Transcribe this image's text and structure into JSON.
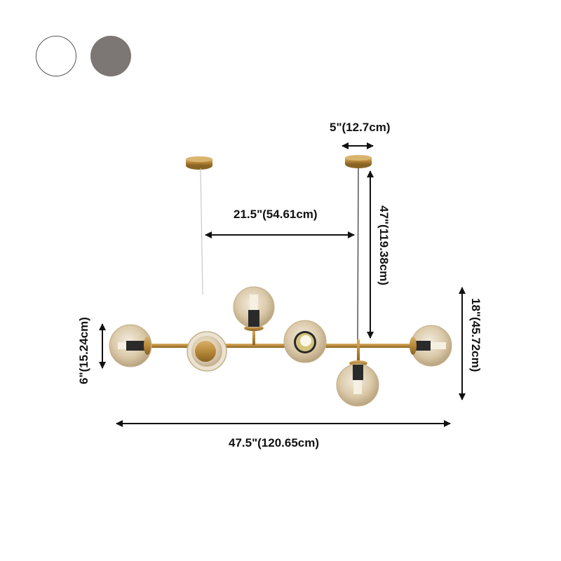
{
  "color_options": [
    {
      "name": "white",
      "color": "#ffffff",
      "border": "#555555"
    },
    {
      "name": "grey",
      "color": "#7c7774"
    }
  ],
  "dimensions": {
    "canopy_diameter": "5\"(12.7cm)",
    "cord_spacing": "21.5\"(54.61cm)",
    "cord_drop": "47\"(119.38cm)",
    "fixture_height": "18\"(45.72cm)",
    "globe_diameter": "6\"(15.24cm)",
    "overall_width": "47.5\"(120.65cm)"
  },
  "product": {
    "type": "linear chandelier",
    "globe_count": 6,
    "finish_color": "#b8893a",
    "glass_color": "#d9c9a8"
  }
}
